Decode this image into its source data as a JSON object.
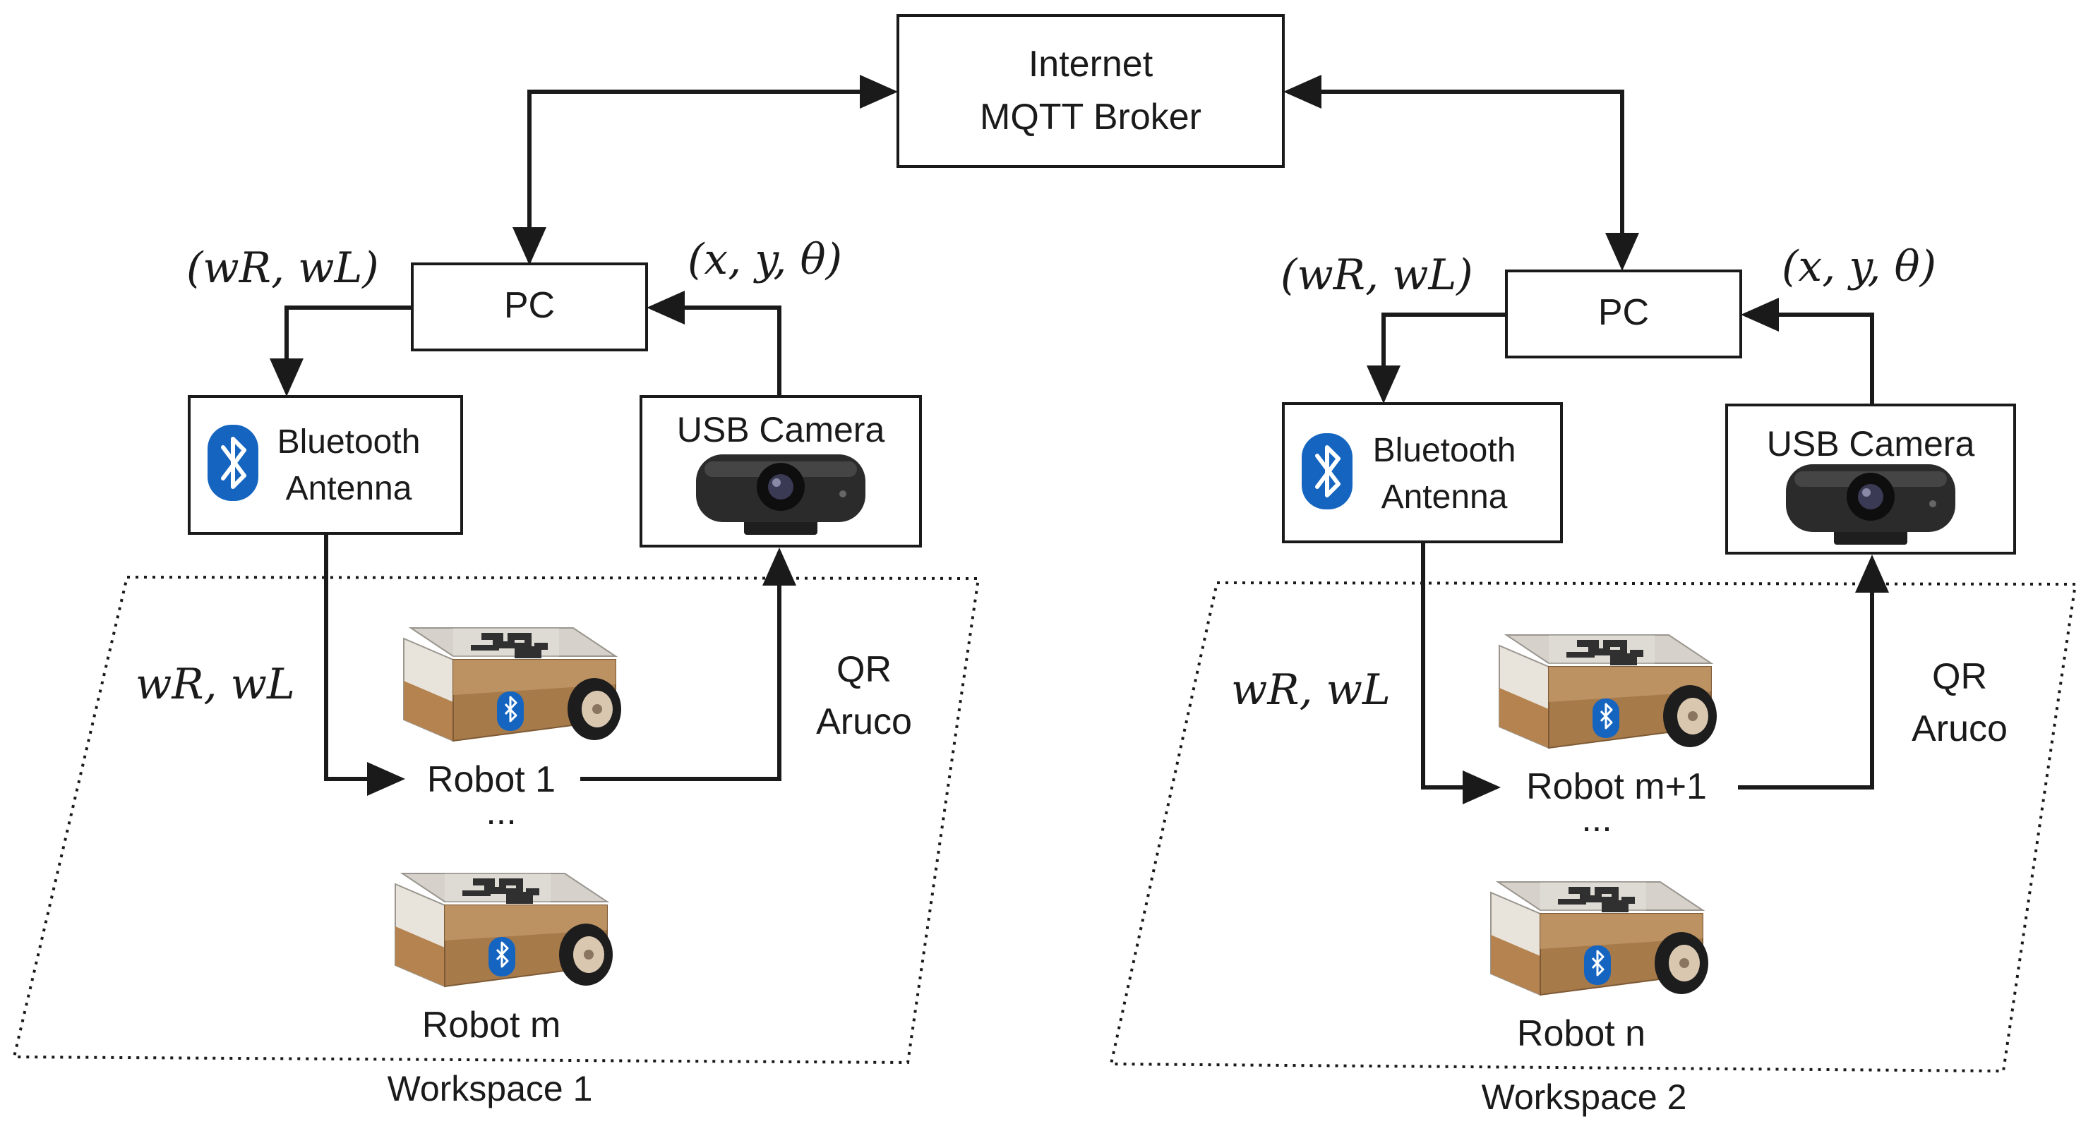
{
  "broker": {
    "line1": "Internet",
    "line2": "MQTT Broker"
  },
  "workspaces": [
    {
      "pc_label": "PC",
      "bluetooth": {
        "line1": "Bluetooth",
        "line2": "Antenna"
      },
      "camera_label": "USB Camera",
      "wheel_speeds_label": "(wR, wL)",
      "pose_label": "(x, y, θ)",
      "wheel_cmd_label": "wR, wL",
      "qr_line1": "QR",
      "qr_line2": "Aruco",
      "robot_first": "Robot 1",
      "ellipsis": "...",
      "robot_last": "Robot m",
      "workspace_label": "Workspace 1"
    },
    {
      "pc_label": "PC",
      "bluetooth": {
        "line1": "Bluetooth",
        "line2": "Antenna"
      },
      "camera_label": "USB Camera",
      "wheel_speeds_label": "(wR, wL)",
      "pose_label": "(x, y, θ)",
      "wheel_cmd_label": "wR, wL",
      "qr_line1": "QR",
      "qr_line2": "Aruco",
      "robot_first": "Robot m+1",
      "ellipsis": "...",
      "robot_last": "Robot n",
      "workspace_label": "Workspace 2"
    }
  ],
  "colors": {
    "bluetooth": "#1565c0",
    "robot_body": "#b07a47",
    "line": "#1a1a1a"
  }
}
